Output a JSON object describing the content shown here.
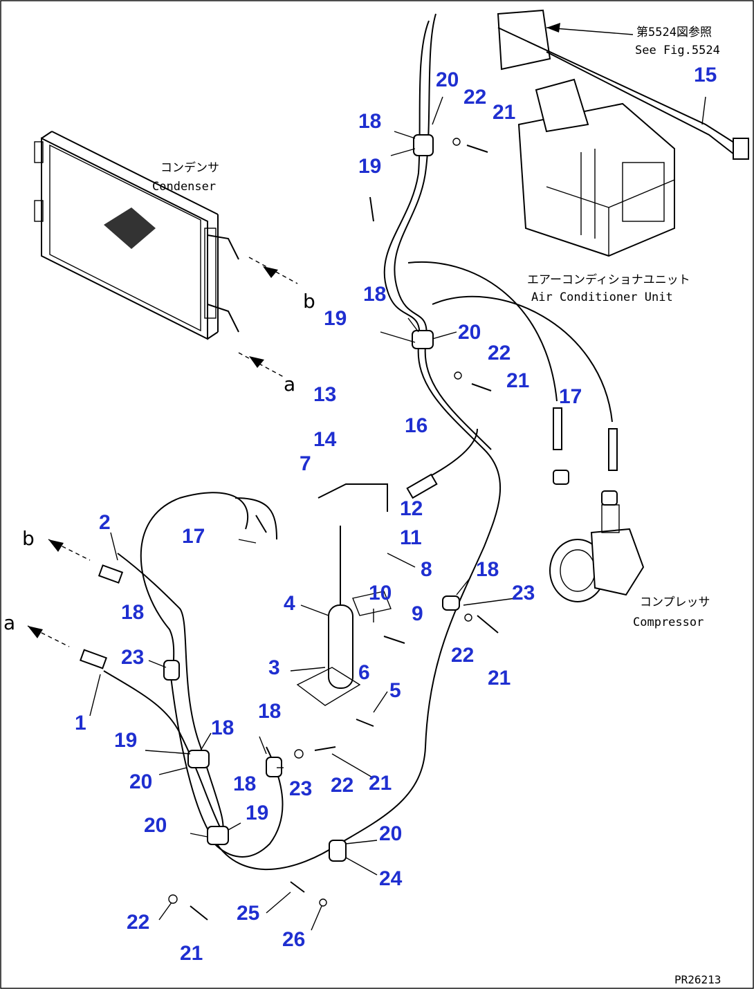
{
  "header_ref": {
    "jp": "第5524図参照",
    "en": "See Fig.5524"
  },
  "components": {
    "condenser": {
      "jp": "コンデンサ",
      "en": "Condenser"
    },
    "air_conditioner_unit": {
      "jp": "エアーコンディショナユニット",
      "en": "Air Conditioner Unit"
    },
    "compressor": {
      "jp": "コンプレッサ",
      "en": "Compressor"
    }
  },
  "connection_letters": [
    "a",
    "b"
  ],
  "part_numbers": [
    "1",
    "2",
    "3",
    "4",
    "5",
    "6",
    "7",
    "8",
    "9",
    "10",
    "11",
    "12",
    "13",
    "14",
    "15",
    "16",
    "17",
    "18",
    "19",
    "20",
    "21",
    "22",
    "23",
    "24",
    "25",
    "26"
  ],
  "drawing_number": "PR26213",
  "colors": {
    "callout": "#1f2fd0",
    "linework": "#000000",
    "background": "#ffffff"
  }
}
